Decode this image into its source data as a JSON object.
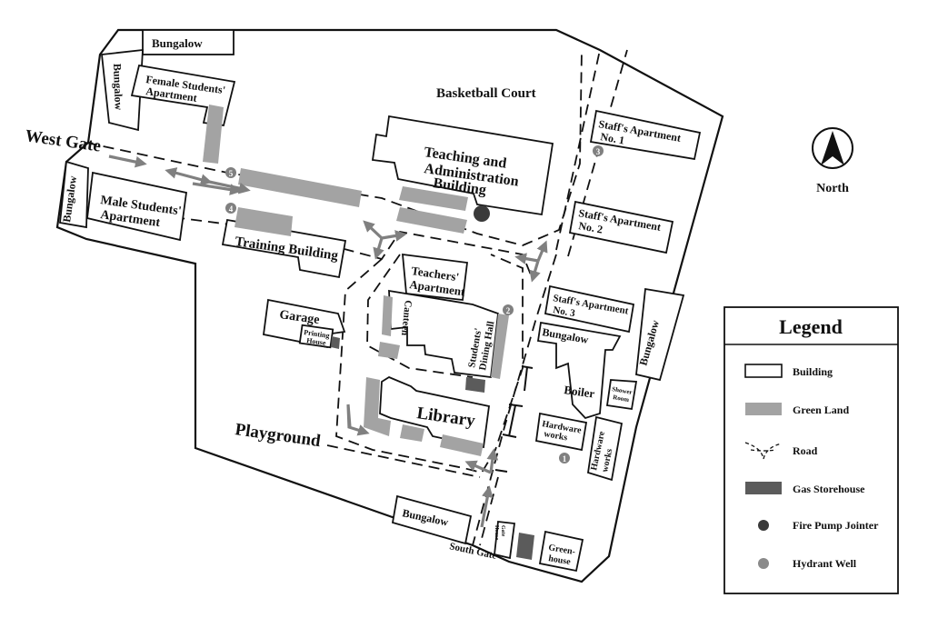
{
  "map": {
    "places": {
      "bungalow_top": "Bungalow",
      "bungalow_left_top": "Bungalow",
      "female_apartment_1": "Female Students'",
      "female_apartment_2": "Apartment",
      "west_gate": "West Gate",
      "bungalow_left_bottom": "Bungalow",
      "male_apartment_1": "Male Students'",
      "male_apartment_2": "Apartment",
      "basketball_court": "Basketball Court",
      "teaching_1": "Teaching and",
      "teaching_2": "Administration",
      "teaching_3": "Building",
      "training_building": "Training Building",
      "garage": "Garage",
      "printing_house_1": "Printing",
      "printing_house_2": "House",
      "teachers_apartment_1": "Teachers'",
      "teachers_apartment_2": "Apartment",
      "canteen": "Canteen",
      "dining_hall_1": "Students'",
      "dining_hall_2": "Dining Hall",
      "library": "Library",
      "playground": "Playground",
      "staff_apartment_1a": "Staff's Apartment",
      "staff_apartment_1b": "No. 1",
      "staff_apartment_2a": "Staff's Apartment",
      "staff_apartment_2b": "No. 2",
      "staff_apartment_3a": "Staff's Apartment",
      "staff_apartment_3b": "No. 3",
      "bungalow_right": "Bungalow",
      "bungalow_mid": "Bungalow",
      "boiler": "Boiler",
      "shower_room_1": "Shower",
      "shower_room_2": "Room",
      "hardware_works_1a": "Hardware",
      "hardware_works_1b": "works",
      "hardware_works_2a": "Hardware",
      "hardware_works_2b": "works",
      "bungalow_bottom": "Bungalow",
      "south_gate": "South Gate",
      "gate_house_1": "Gate",
      "gate_house_2": "House",
      "greenhouse_1": "Green-",
      "greenhouse_2": "house"
    },
    "markers": [
      "1",
      "2",
      "3",
      "4",
      "5"
    ],
    "north_label": "North",
    "compass_icon": "north-arrow-icon"
  },
  "legend": {
    "title": "Legend",
    "items": [
      {
        "label": "Building",
        "icon": "building-icon"
      },
      {
        "label": "Green Land",
        "icon": "green-land-icon"
      },
      {
        "label": "Road",
        "icon": "road-icon"
      },
      {
        "label": "Gas Storehouse",
        "icon": "gas-storehouse-icon"
      },
      {
        "label": "Fire Pump Jointer",
        "icon": "fire-pump-jointer-icon"
      },
      {
        "label": "Hydrant Well",
        "icon": "hydrant-well-icon"
      }
    ]
  },
  "colors": {
    "green_land": "#a3a3a3",
    "gas_storehouse": "#5b5b5b",
    "fire_pump": "#3a3a3a",
    "hydrant": "#8a8a8a",
    "arrow": "#808080",
    "outline": "#111111"
  }
}
